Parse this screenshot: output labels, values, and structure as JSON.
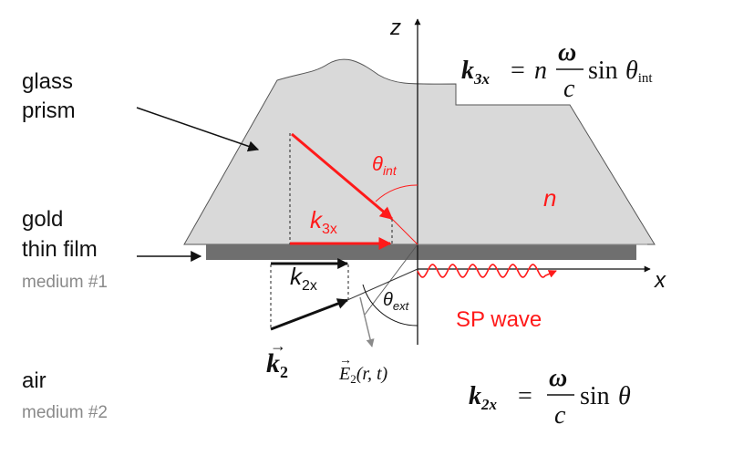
{
  "labels": {
    "glass_prism_line1": "glass",
    "glass_prism_line2": "prism",
    "gold_film_line1": "gold",
    "gold_film_line2": "thin film",
    "medium1": "medium #1",
    "air": "air",
    "medium2": "medium #2",
    "axis_z": "z",
    "axis_x": "x",
    "index_n": "n",
    "sp_wave": "SP wave",
    "theta_int_sym": "θ",
    "theta_int_sub": "int",
    "theta_ext_sym": "θ",
    "theta_ext_sub": "ext",
    "k3x_sym": "k",
    "k3x_sub": "3x",
    "k2x_sym": "k",
    "k2x_sub": "2x",
    "k2_sym": "k",
    "k2_sub": "2",
    "k2_arrow": "→",
    "e2_sym": "E",
    "e2_sub": "2",
    "e2_args": "(r, t)"
  },
  "equations": {
    "k3x": {
      "lhs_sym": "k",
      "lhs_sub": "3x",
      "equals": "=",
      "factor": "n",
      "numerator": "ω",
      "denominator": "c",
      "func": "sin",
      "angle_sym": "θ",
      "angle_sub": "int"
    },
    "k2x": {
      "lhs_sym": "k",
      "lhs_sub": "2x",
      "equals": "=",
      "numerator": "ω",
      "denominator": "c",
      "func": "sin",
      "angle_sym": "θ"
    }
  },
  "colors": {
    "prism_fill": "#d9d9d9",
    "film_fill": "#707070",
    "accent_red": "#ff1a1a",
    "gray_text": "#8a8a8a",
    "line_black": "#111111"
  }
}
